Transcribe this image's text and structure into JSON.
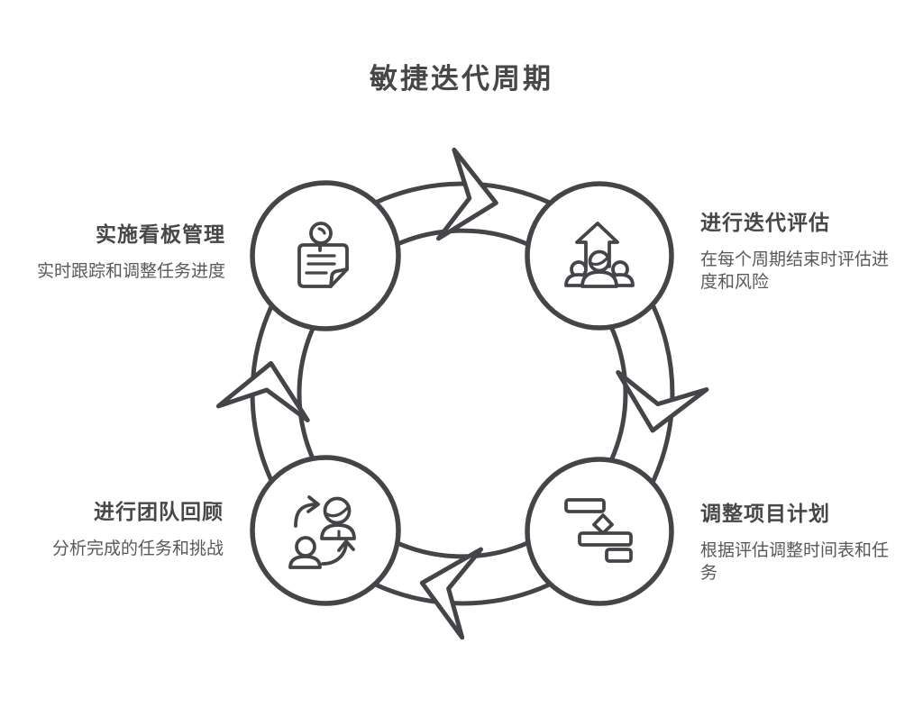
{
  "title": "敏捷迭代周期",
  "nodes": [
    {
      "position": "top-left",
      "title": "实施看板管理",
      "description": "实时跟踪和调整任务进度",
      "icon": "pinned-note-icon"
    },
    {
      "position": "top-right",
      "title": "进行迭代评估",
      "description": "在每个周期结束时评估进度和风险",
      "icon": "team-growth-icon"
    },
    {
      "position": "bottom-right",
      "title": "调整项目计划",
      "description": "根据评估调整时间表和任务",
      "icon": "gantt-chart-icon"
    },
    {
      "position": "bottom-left",
      "title": "进行团队回顾",
      "description": "分析完成的任务和挑战",
      "icon": "people-exchange-icon"
    }
  ],
  "cycle": {
    "direction": "clockwise",
    "arrow_count": 4,
    "node_count": 4
  },
  "colors": {
    "stroke": "#454549",
    "heading_text": "#47474a",
    "body_text": "#59595b",
    "background": "#ffffff"
  }
}
